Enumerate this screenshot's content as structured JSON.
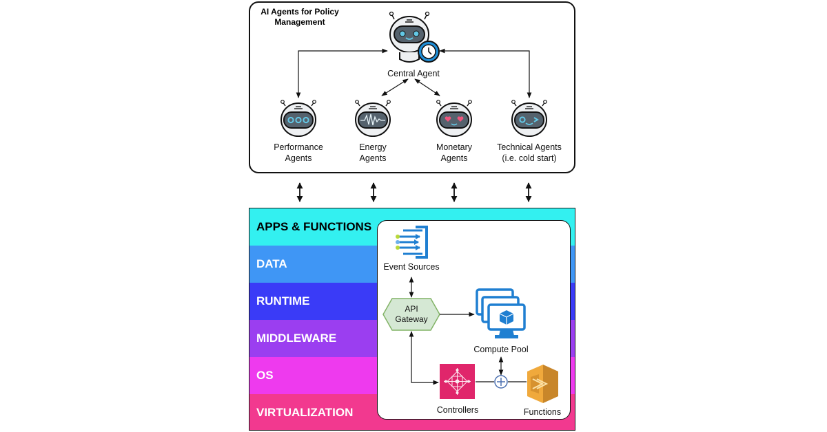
{
  "title": "AI Agents for Policy Management",
  "central_agent": {
    "label": "Central Agent"
  },
  "agents": [
    {
      "label_line1": "Performance",
      "label_line2": "Agents",
      "face": "dots"
    },
    {
      "label_line1": "Energy",
      "label_line2": "Agents",
      "face": "pulse"
    },
    {
      "label_line1": "Monetary",
      "label_line2": "Agents",
      "face": "hearts"
    },
    {
      "label_line1": "Technical Agents",
      "label_line2": "(i.e. cold start)",
      "face": "wink"
    }
  ],
  "layers": [
    {
      "label": "APPS & FUNCTIONS",
      "color": "#33f0f0",
      "text_color": "#000000"
    },
    {
      "label": "DATA",
      "color": "#3f96f5",
      "text_color": "#ffffff"
    },
    {
      "label": "RUNTIME",
      "color": "#3a3bf7",
      "text_color": "#ffffff"
    },
    {
      "label": "MIDDLEWARE",
      "color": "#9b3ef0",
      "text_color": "#ffffff"
    },
    {
      "label": "OS",
      "color": "#ee3aee",
      "text_color": "#ffffff"
    },
    {
      "label": "VIRTUALIZATION",
      "color": "#f2398f",
      "text_color": "#ffffff"
    }
  ],
  "components": {
    "event_sources": "Event Sources",
    "api_gateway_line1": "API",
    "api_gateway_line2": "Gateway",
    "compute_pool": "Compute Pool",
    "controllers": "Controllers",
    "functions": "Functions"
  },
  "icons": {
    "robot": "robot-icon",
    "clock": "clock-icon",
    "event_sources": "event-stream-icon",
    "compute_pool": "virtual-machines-icon",
    "controllers": "controller-grid-icon",
    "functions": "lambda-functions-icon",
    "plus": "plus-circle-icon"
  }
}
